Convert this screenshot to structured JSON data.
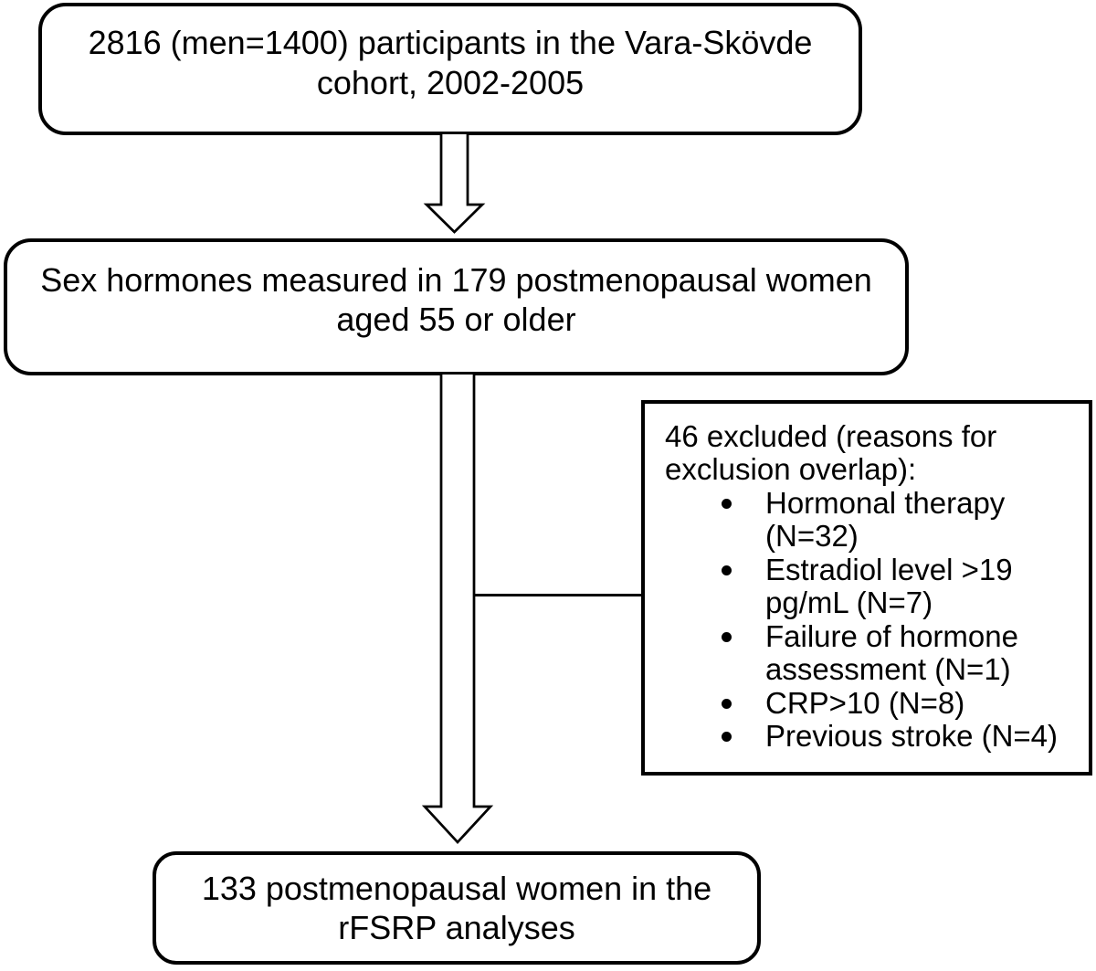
{
  "diagram": {
    "title_semantic": "Study participant flow diagram",
    "background_color": "#ffffff",
    "line_color": "#000000",
    "text_color": "#000000"
  },
  "boxes": {
    "cohort": {
      "lines": [
        "2816 (men=1400) participants in the Vara-Skövde",
        "cohort, 2002-2005"
      ]
    },
    "measured": {
      "lines": [
        "Sex hormones measured in 179 postmenopausal women",
        "aged 55 or older"
      ]
    },
    "excluded": {
      "title_lines": [
        "46 excluded (reasons for",
        "exclusion overlap):"
      ],
      "bullets": [
        {
          "lines": [
            "Hormonal therapy",
            "(N=32)"
          ]
        },
        {
          "lines": [
            "Estradiol level >19",
            "pg/mL (N=7)"
          ]
        },
        {
          "lines": [
            "Failure of hormone",
            "assessment (N=1)"
          ]
        },
        {
          "lines": [
            "CRP>10 (N=8)"
          ]
        },
        {
          "lines": [
            "Previous stroke (N=4)"
          ]
        }
      ]
    },
    "final": {
      "lines": [
        "133 postmenopausal women in the",
        "rFSRP analyses"
      ]
    }
  }
}
